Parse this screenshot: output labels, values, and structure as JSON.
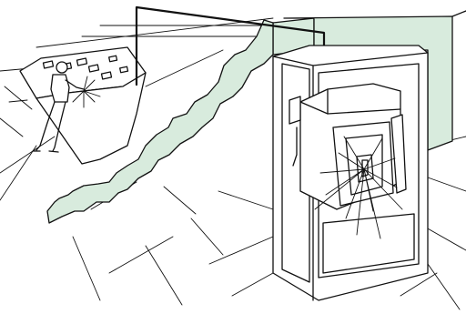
{
  "colors": {
    "wall_fill": "#d8ebdd",
    "line": "#111111",
    "background": "#ffffff"
  },
  "scene": {
    "operator": "person",
    "control_console": "console",
    "shield_wall": "partition",
    "cabinet": "enclosure"
  }
}
